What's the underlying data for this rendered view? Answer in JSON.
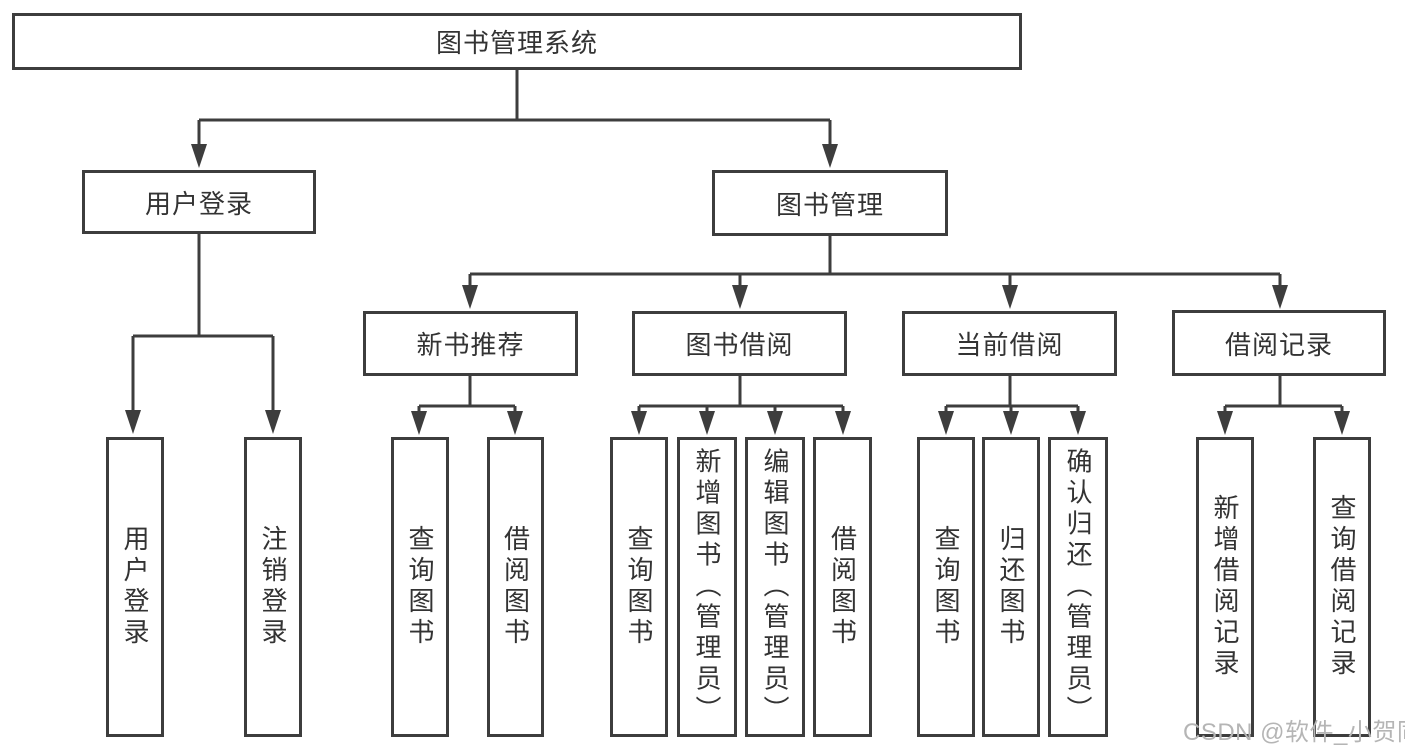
{
  "diagram": {
    "root": {
      "label": "图书管理系统"
    },
    "branches": [
      {
        "label": "用户登录",
        "children": [
          {
            "label": "用户登录"
          },
          {
            "label": "注销登录"
          }
        ]
      },
      {
        "label": "图书管理",
        "children": [
          {
            "label": "新书推荐",
            "children": [
              {
                "label": "查询图书"
              },
              {
                "label": "借阅图书"
              }
            ]
          },
          {
            "label": "图书借阅",
            "children": [
              {
                "label": "查询图书"
              },
              {
                "label": "新增图书（管理员）"
              },
              {
                "label": "编辑图书（管理员）"
              },
              {
                "label": "借阅图书"
              }
            ]
          },
          {
            "label": "当前借阅",
            "children": [
              {
                "label": "查询图书"
              },
              {
                "label": "归还图书"
              },
              {
                "label": "确认归还（管理员）"
              }
            ]
          },
          {
            "label": "借阅记录",
            "children": [
              {
                "label": "新增借阅记录"
              },
              {
                "label": "查询借阅记录"
              }
            ]
          }
        ]
      }
    ],
    "watermark": "CSDN @软件_小贺同学",
    "colors": {
      "line": "#3d3d3d",
      "text": "#333333",
      "background": "#ffffff",
      "watermark": "#b5b5b5"
    }
  }
}
